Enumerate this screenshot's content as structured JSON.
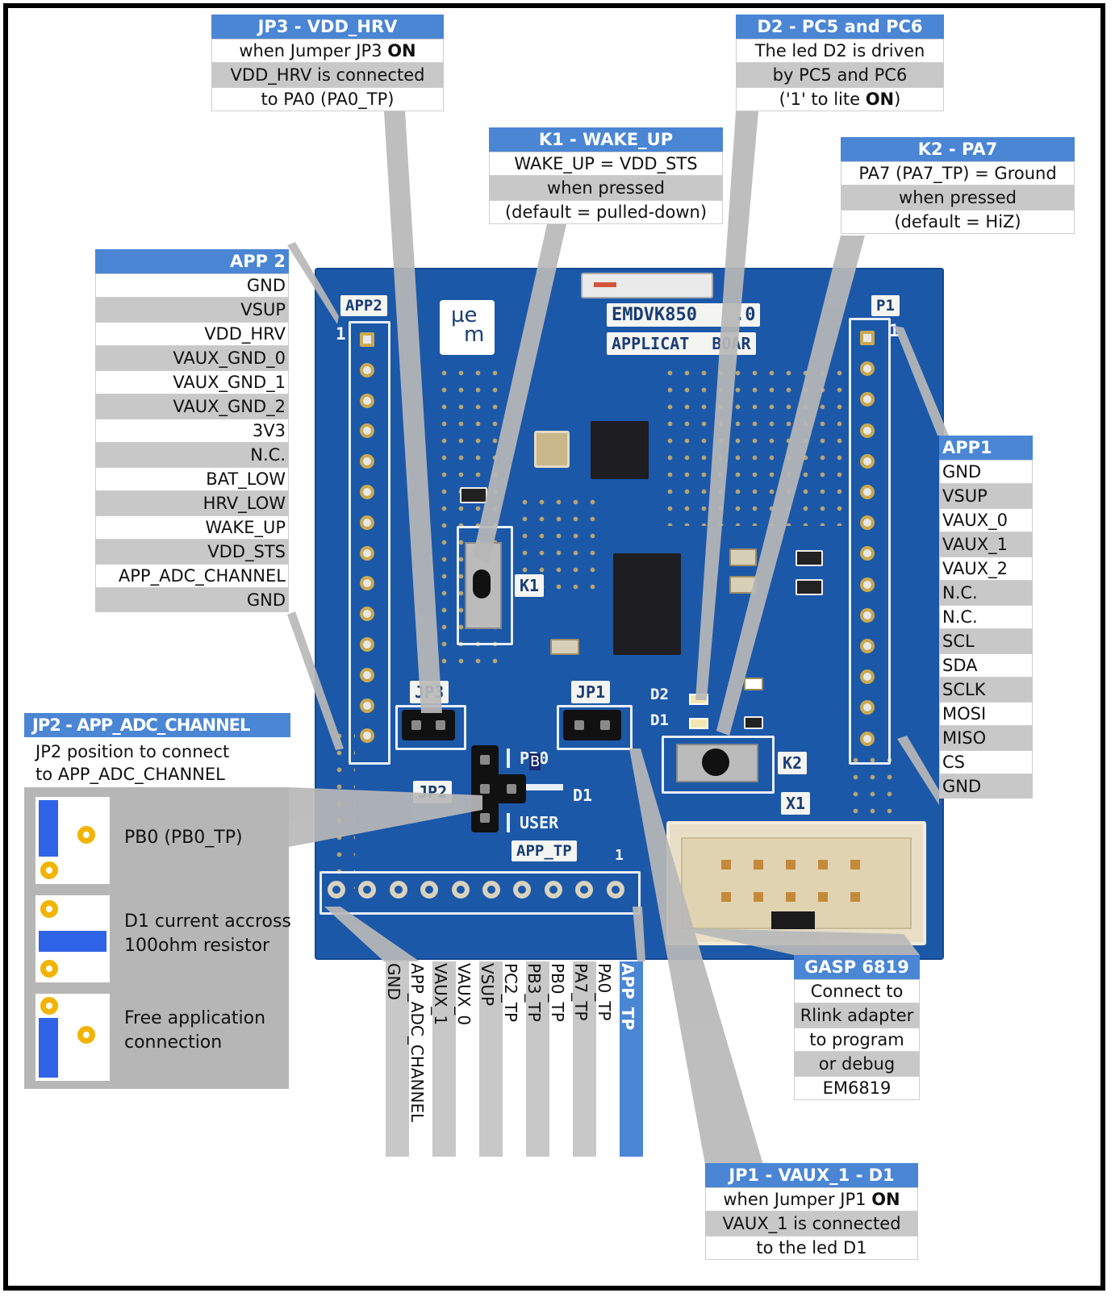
{
  "jp3": {
    "title": "JP3 - VDD_HRV",
    "line1_pre": "when Jumper JP3 ",
    "line1_bold": "ON",
    "line2": "VDD_HRV is connected",
    "line3": "to PA0 (PA0_TP)"
  },
  "d2": {
    "title": "D2 - PC5 and PC6",
    "line1": "The led D2 is driven",
    "line2": "by PC5 and PC6",
    "line3_pre": "('1' to lite ",
    "line3_bold": "ON",
    "line3_post": ")"
  },
  "k1": {
    "title": "K1 - WAKE_UP",
    "line1": "WAKE_UP = VDD_STS",
    "line2": "when pressed",
    "line3": "(default = pulled-down)"
  },
  "k2": {
    "title": "K2 - PA7",
    "line1": "PA7 (PA7_TP) = Ground",
    "line2": "when pressed",
    "line3": "(default = HiZ)"
  },
  "app2": {
    "title": "APP 2",
    "pins": [
      "GND",
      "VSUP",
      "VDD_HRV",
      "VAUX_GND_0",
      "VAUX_GND_1",
      "VAUX_GND_2",
      "3V3",
      "N.C.",
      "BAT_LOW",
      "HRV_LOW",
      "WAKE_UP",
      "VDD_STS",
      "APP_ADC_CHANNEL",
      "GND"
    ]
  },
  "app1": {
    "title": "APP1",
    "pins": [
      "GND",
      "VSUP",
      "VAUX_0",
      "VAUX_1",
      "VAUX_2",
      "N.C.",
      "N.C.",
      "SCL",
      "SDA",
      "SCLK",
      "MOSI",
      "MISO",
      "CS",
      "GND"
    ]
  },
  "jp2": {
    "title": "JP2 - APP_ADC_CHANNEL",
    "desc1": "JP2 position to connect",
    "desc2": "to APP_ADC_CHANNEL",
    "options": [
      {
        "label1": "PB0 (PB0_TP)",
        "label2": ""
      },
      {
        "label1": "D1 current accross",
        "label2": "100ohm resistor"
      },
      {
        "label1": "Free application",
        "label2": "connection"
      }
    ]
  },
  "app_tp": {
    "title": "APP_TP",
    "pins": [
      "GND",
      "APP_ADC_CHANNEL",
      "VAUX_1",
      "VAUX_0",
      "VSUP",
      "PC2_TP",
      "PB3_TP",
      "PB0_TP",
      "PA7_TP",
      "PA0_TP"
    ]
  },
  "gasp": {
    "title": "GASP 6819",
    "lines": [
      "Connect to",
      "Rlink adapter",
      "to program",
      "or debug",
      "EM6819"
    ]
  },
  "jp1": {
    "title": "JP1 - VAUX_1 - D1",
    "line1_pre": "when Jumper JP1 ",
    "line1_bold": "ON",
    "line2": "VAUX_1 is connected",
    "line3": "to the led D1"
  },
  "board": {
    "name_a": "EMDVK850",
    "name_b": ".0",
    "app_label_a": "APPLICAT",
    "app_label_b": "BOAR",
    "app2_label": "APP2",
    "app1_label": "P1",
    "logo_a": "µe",
    "logo_b": "m",
    "pin1_left": "1",
    "pin1_right": "1",
    "pin1_bottom": "1",
    "jp3": "JP3",
    "jp1": "JP1",
    "jp2": "JP2",
    "k1": "K1",
    "k2": "K2",
    "x1": "X1",
    "d2": "D2",
    "d1": "D1",
    "pb0": "PB0",
    "d1_jp": "D1",
    "user": "USER",
    "app_tp": "APP_TP",
    "marker": "B"
  },
  "colors": {
    "header": "#4a86d4",
    "pcb": "#1c58a8",
    "callout": "#b8b8b8",
    "row_alt": "#c8c8c8",
    "jp2_bar": "#2f64e8",
    "jp2_ring": "#f2b400"
  }
}
